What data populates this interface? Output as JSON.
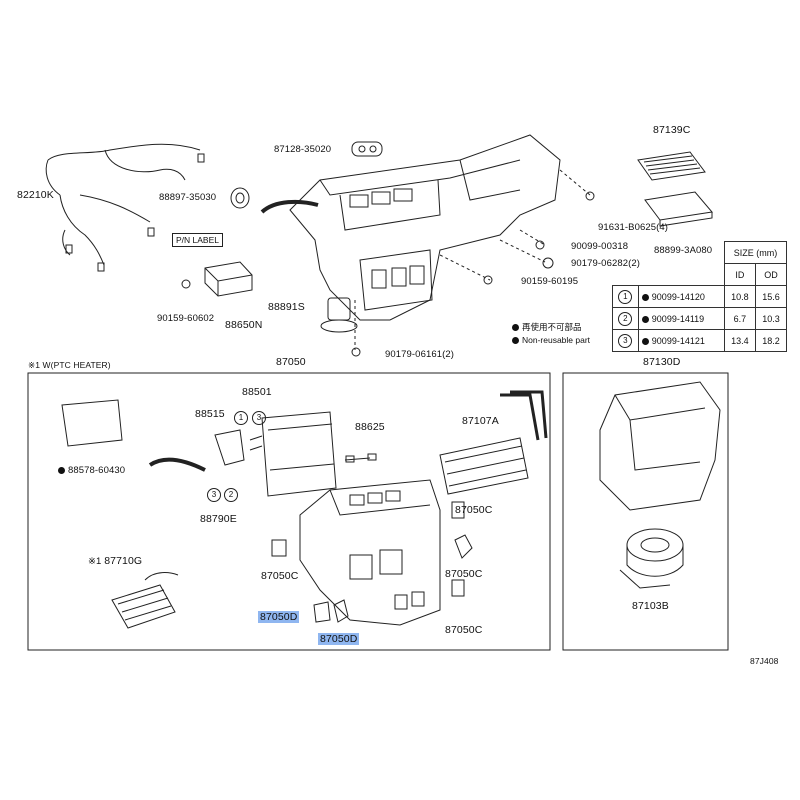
{
  "parts": {
    "p82210K": "82210K",
    "p88897": "88897-35030",
    "p87128": "87128-35020",
    "pnLabel": "P/N LABEL",
    "p90159_60602": "90159-60602",
    "p88650N": "88650N",
    "p88891S": "88891S",
    "p90179_06161": "90179-06161(2)",
    "p91631": "91631-B0625(4)",
    "p90099_00318": "90099-00318",
    "p90179_06282": "90179-06282(2)",
    "p90159_60195": "90159-60195",
    "p87139C": "87139C",
    "p88899": "88899-3A080",
    "p87050": "87050",
    "p87130D": "87130D",
    "p88501": "88501",
    "p88515": "88515",
    "p88625": "88625",
    "p87107A": "87107A",
    "p88578": "88578-60430",
    "p88790E": "88790E",
    "p87050C_a": "87050C",
    "p87050C_b": "87050C",
    "p87050C_c": "87050C",
    "p87050C_d": "87050C",
    "p87710G": "87710G",
    "p87050D_a": "87050D",
    "p87050D_b": "87050D",
    "p87103B": "87103B",
    "ptcNote": "※1 W(PTC HEATER)",
    "ptcMark": "※1",
    "figId": "87J408"
  },
  "legend": {
    "jp": "再使用不可部品",
    "en": "Non-reusable part"
  },
  "sizeTable": {
    "title": "SIZE (mm)",
    "colId": "ID",
    "colOd": "OD",
    "rows": [
      {
        "n": "1",
        "part": "90099-14120",
        "id": "10.8",
        "od": "15.6"
      },
      {
        "n": "2",
        "part": "90099-14119",
        "id": "6.7",
        "od": "10.3"
      },
      {
        "n": "3",
        "part": "90099-14121",
        "id": "13.4",
        "od": "18.2"
      }
    ]
  },
  "callouts": {
    "c1": "1",
    "c2": "2",
    "c3": "3"
  }
}
